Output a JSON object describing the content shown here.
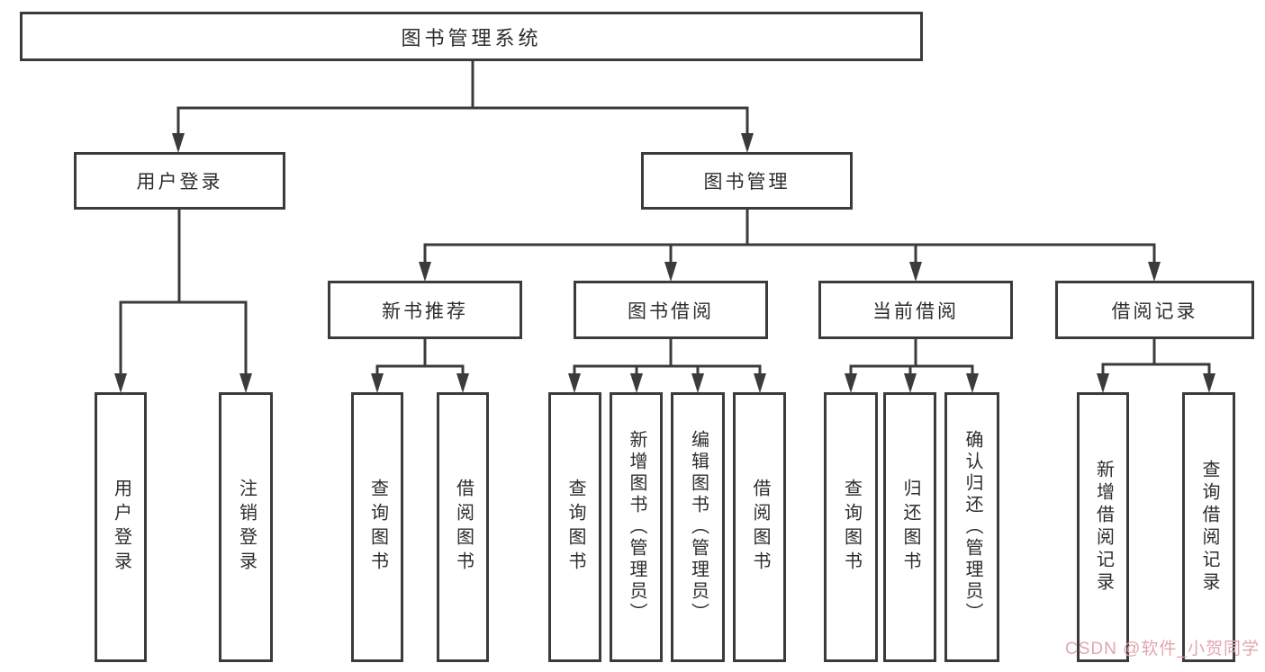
{
  "colors": {
    "line": "#3b3b3b",
    "text": "#2d2d2d",
    "watermark": "#e2a7ad",
    "background": "#ffffff"
  },
  "watermark": {
    "text": "CSDN @软件_小贺同学"
  },
  "tree": {
    "label": "图书管理系统",
    "children": [
      {
        "label": "用户登录",
        "children": [
          {
            "label": "用户登录"
          },
          {
            "label": "注销登录"
          }
        ]
      },
      {
        "label": "图书管理",
        "children": [
          {
            "label": "新书推荐",
            "children": [
              {
                "label": "查询图书"
              },
              {
                "label": "借阅图书"
              }
            ]
          },
          {
            "label": "图书借阅",
            "children": [
              {
                "label": "查询图书"
              },
              {
                "label": "新增图书（管理员）"
              },
              {
                "label": "编辑图书（管理员）"
              },
              {
                "label": "借阅图书"
              }
            ]
          },
          {
            "label": "当前借阅",
            "children": [
              {
                "label": "查询图书"
              },
              {
                "label": "归还图书"
              },
              {
                "label": "确认归还（管理员）"
              }
            ]
          },
          {
            "label": "借阅记录",
            "children": [
              {
                "label": "新增借阅记录"
              },
              {
                "label": "查询借阅记录"
              }
            ]
          }
        ]
      }
    ]
  }
}
